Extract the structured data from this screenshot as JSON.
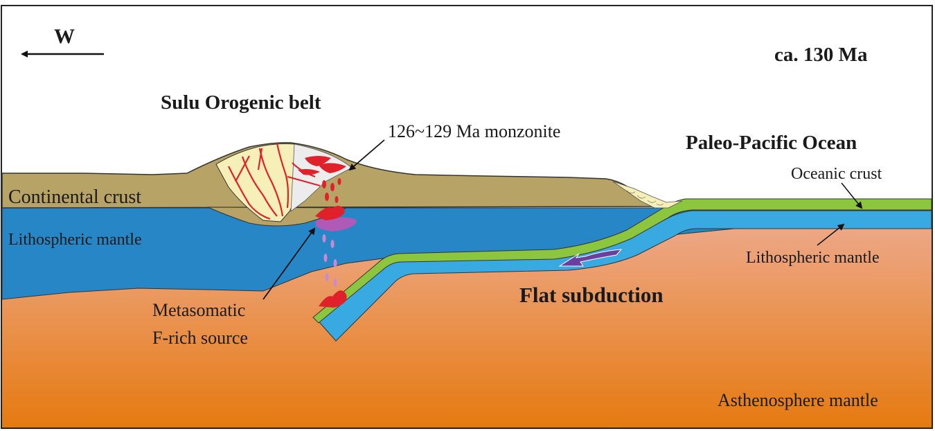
{
  "direction": {
    "label": "W"
  },
  "time": {
    "label": "ca. 130 Ma"
  },
  "labels": {
    "orogen": "Sulu Orogenic belt",
    "monzonite": "126~129 Ma monzonite",
    "ocean": "Paleo-Pacific Ocean",
    "oceanic_crust": "Oceanic crust",
    "continental_crust": "Continental crust",
    "lithospheric_mantle_left": "Lithospheric mantle",
    "lithospheric_mantle_right": "Lithospheric mantle",
    "flat_subduction": "Flat subduction",
    "metasomatic_line1": "Metasomatic",
    "metasomatic_line2": "F-rich source",
    "asthenosphere": "Asthenosphere mantle"
  },
  "colors": {
    "continental_crust": "#b7a365",
    "lithospheric_mantle": "#2786c6",
    "slab_mantle": "#39a9e1",
    "oceanic_crust": "#8cc63f",
    "asthenosphere_top": "#eeac92",
    "asthenosphere_bottom": "#e57a10",
    "orogen_fill": "#f6f0b8",
    "magma": "#e0202a",
    "metasomatic": "#b05ab8",
    "arrow_purple": "#6b3fa0"
  }
}
